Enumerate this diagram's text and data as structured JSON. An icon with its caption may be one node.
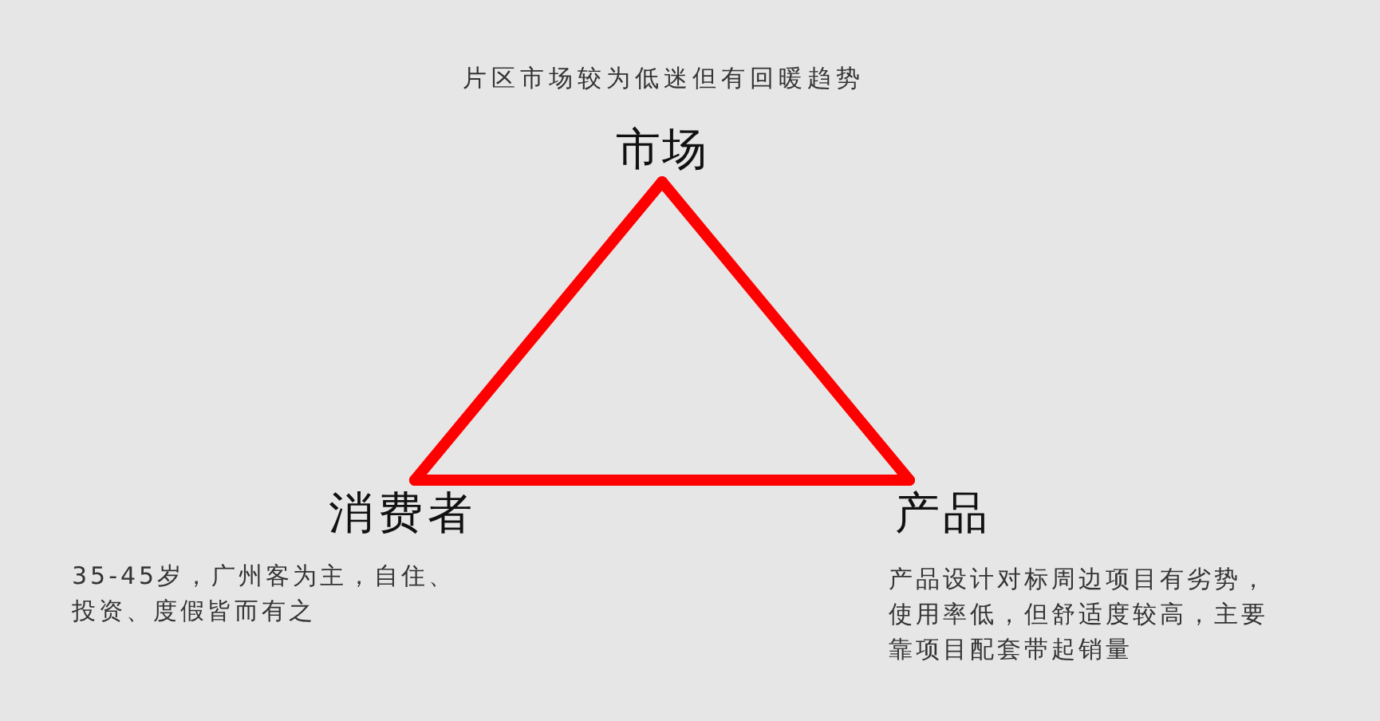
{
  "diagram": {
    "nodes": [
      {
        "text": [
          "市场"
        ],
        "beside": [
          "片区市场较为低迷但有回暖趋势"
        ]
      },
      {
        "text": [
          "消费者"
        ],
        "beside": [
          "35-45岁，广州客为主，自住、投资、度假皆而有之"
        ]
      },
      {
        "text": [
          "产品"
        ],
        "beside": [
          "产品设计对标周边项目有劣势，使用率低，但舒适度较高，主要靠项目配套带起销量"
        ]
      }
    ],
    "edges": [
      {
        "from": 0,
        "to": 1,
        "arrow": "none"
      },
      {
        "from": 1,
        "to": 2,
        "arrow": "none"
      },
      {
        "from": 0,
        "to": 2,
        "arrow": "none"
      }
    ]
  }
}
